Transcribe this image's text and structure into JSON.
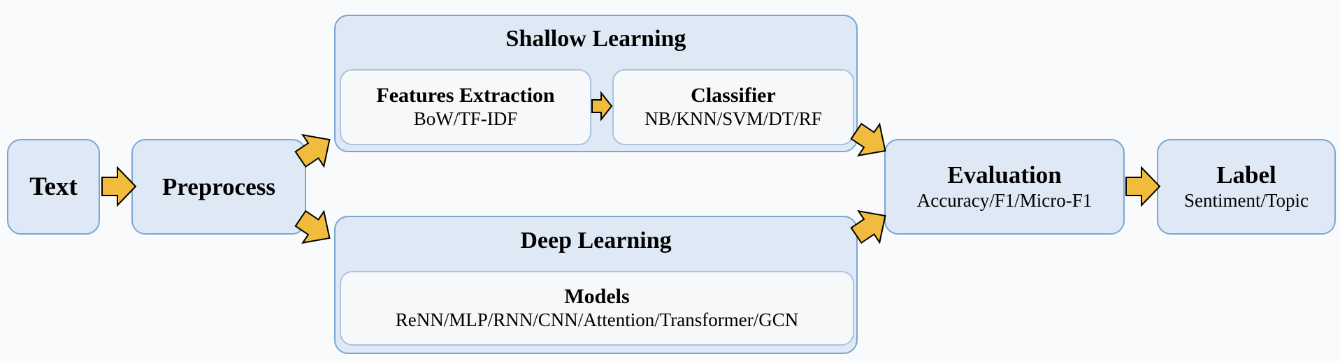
{
  "nodes": {
    "text": {
      "title": "Text"
    },
    "preprocess": {
      "title": "Preprocess"
    },
    "shallow": {
      "title": "Shallow Learning",
      "features": {
        "title": "Features Extraction",
        "subtitle": "BoW/TF-IDF"
      },
      "classifier": {
        "title": "Classifier",
        "subtitle": "NB/KNN/SVM/DT/RF"
      }
    },
    "deep": {
      "title": "Deep Learning",
      "models": {
        "title": "Models",
        "subtitle": "ReNN/MLP/RNN/CNN/Attention/Transformer/GCN"
      }
    },
    "evaluation": {
      "title": "Evaluation",
      "subtitle": "Accuracy/F1/Micro-F1"
    },
    "label": {
      "title": "Label",
      "subtitle": "Sentiment/Topic"
    }
  },
  "colors": {
    "box_fill": "#dfe9f5",
    "box_border": "#7aa6d2",
    "inner_fill": "#f7f8fa",
    "inner_border": "#a7c4e2",
    "arrow_fill": "#f1bc3e",
    "background": "#f9fafb"
  }
}
